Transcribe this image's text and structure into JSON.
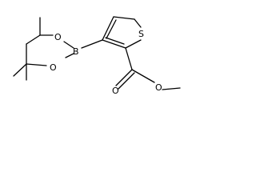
{
  "structure": {
    "atoms": {
      "boron": "B",
      "ring_oxygen_upper": "O",
      "ring_oxygen_lower": "O",
      "sulfur": "S",
      "carbonyl_oxygen": "O",
      "ester_oxygen": "O"
    }
  }
}
